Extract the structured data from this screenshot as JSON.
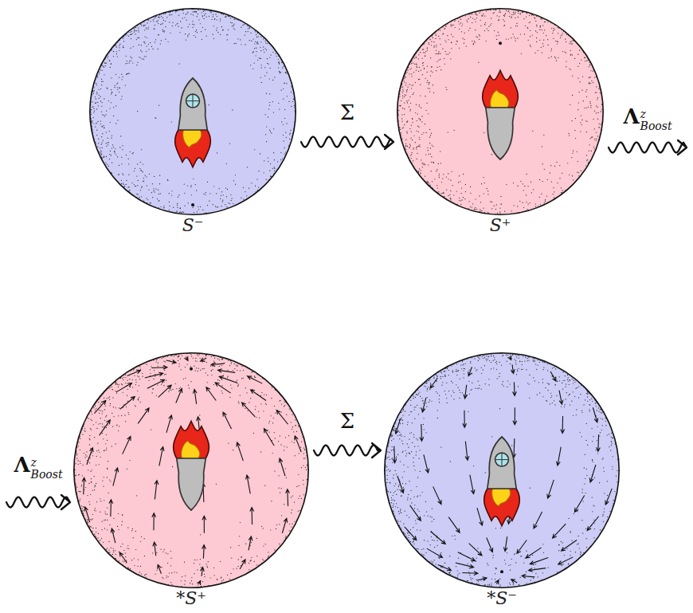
{
  "diagram": {
    "nodes": [
      {
        "text": [
          "S⁻"
        ]
      },
      {
        "text": [
          "S⁺"
        ]
      },
      {
        "text": [
          "*S⁺"
        ]
      },
      {
        "text": [
          "*S⁻"
        ]
      }
    ],
    "edges": [
      {
        "from": 0,
        "to": 1,
        "arrow": "to",
        "label": "Σ"
      },
      {
        "from": 1,
        "to": 2,
        "arrow": "to",
        "label": "ΛzBoost"
      },
      {
        "from": 2,
        "to": 3,
        "arrow": "to",
        "label": "Σ"
      }
    ],
    "labels": [
      "ΛzBoost"
    ]
  }
}
